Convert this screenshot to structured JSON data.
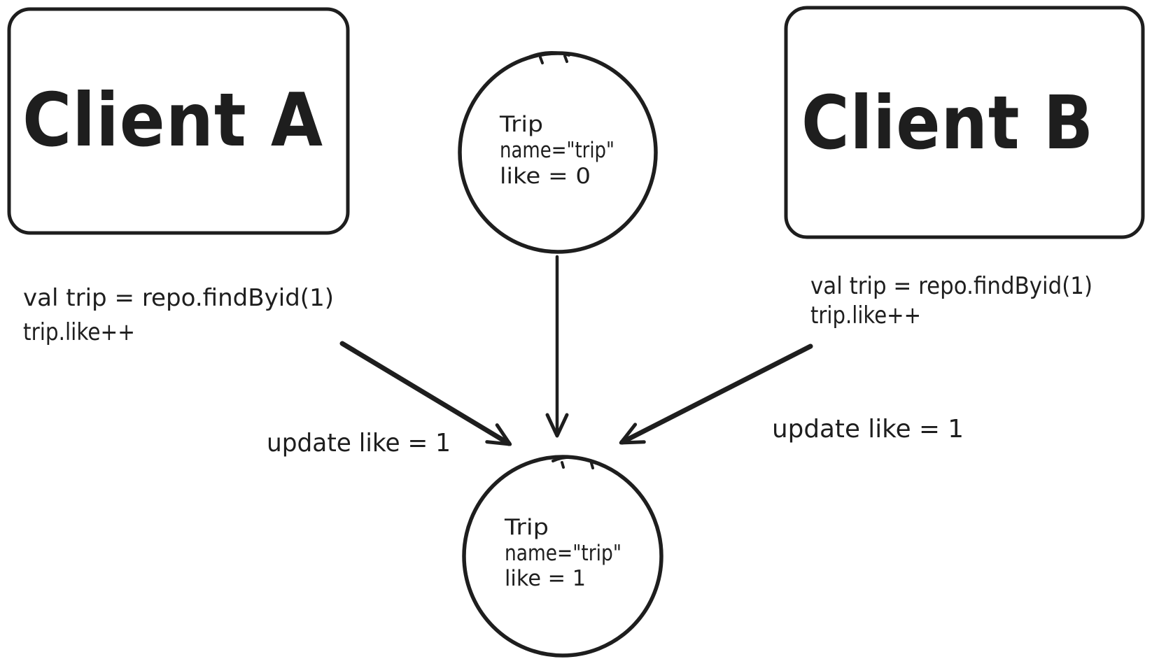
{
  "diagram": {
    "background": "#ffffff",
    "stroke_color": "#1e1e1e",
    "client_a": {
      "label": "Client A"
    },
    "client_b": {
      "label": "Client B"
    },
    "client_a_code": {
      "line1": "val trip = repo.findByid(1)",
      "line2": "trip.like++"
    },
    "client_b_code": {
      "line1": "val trip = repo.findByid(1)",
      "line2": "trip.like++"
    },
    "trip_initial": {
      "title": "Trip",
      "name_field": "name=\"trip\"",
      "like_field": "like = 0"
    },
    "trip_final": {
      "title": "Trip",
      "name_field": "name=\"trip\"",
      "like_field": "like = 1"
    },
    "left_update_label": "update like = 1",
    "right_update_label": "update like = 1"
  }
}
